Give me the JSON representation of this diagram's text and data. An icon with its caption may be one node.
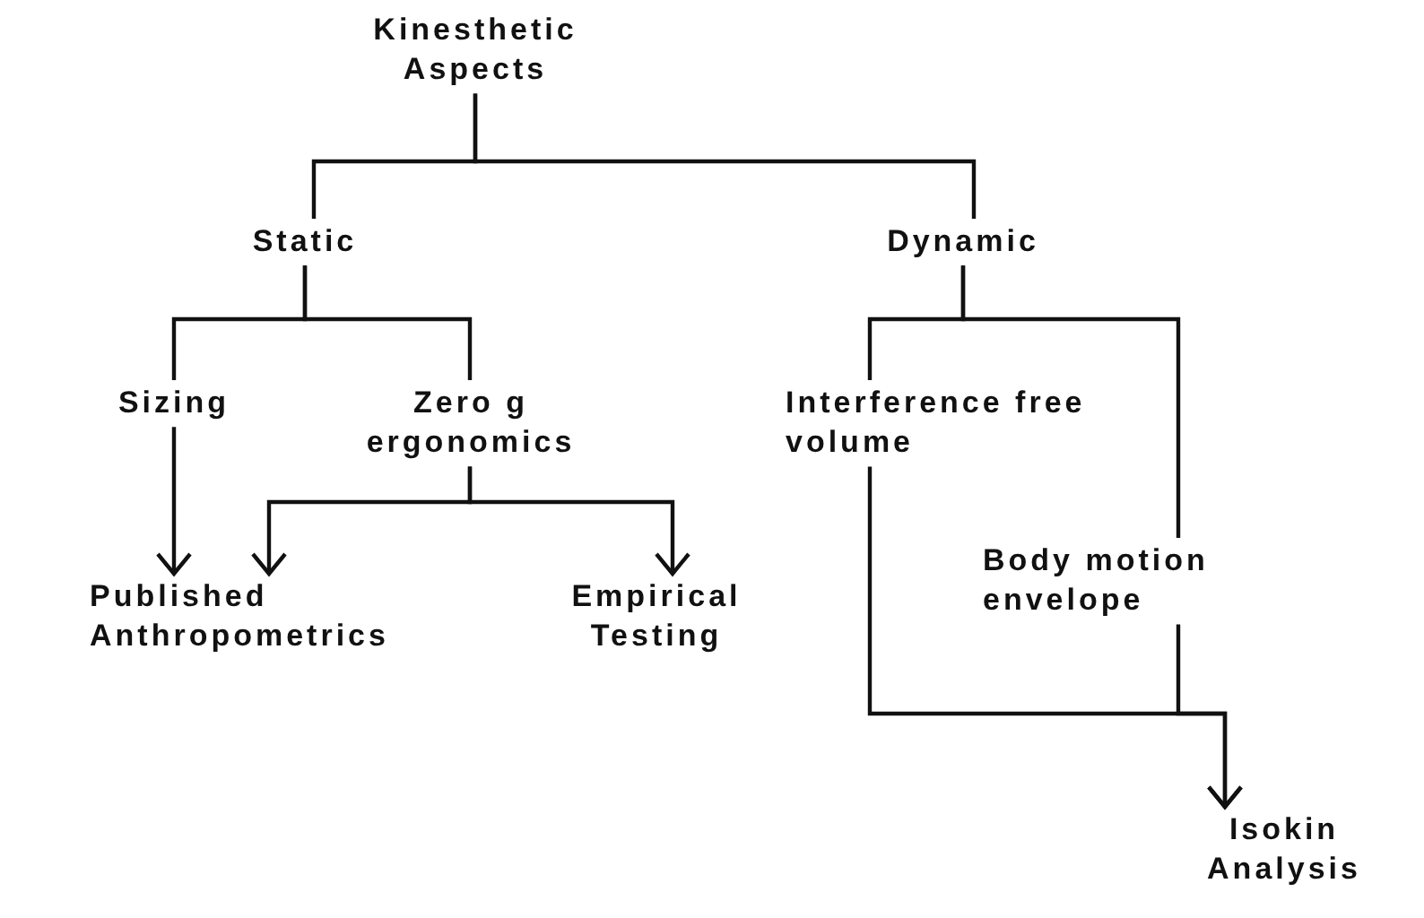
{
  "diagram": {
    "nodes": [
      {
        "text": [
          "Kinesthetic Aspects"
        ]
      },
      {
        "text": [
          "Static"
        ]
      },
      {
        "text": [
          "Dynamic"
        ]
      },
      {
        "text": [
          "Sizing"
        ]
      },
      {
        "text": [
          "Zero g ergonomics"
        ]
      },
      {
        "text": [
          "Interference free volume"
        ]
      },
      {
        "text": [
          "Published Anthropometrics"
        ]
      },
      {
        "text": [
          "Empirical Testing"
        ]
      },
      {
        "text": [
          "Body motion envelope"
        ]
      },
      {
        "text": [
          "Isokin Analysis"
        ]
      }
    ],
    "edges": [
      {
        "from": 0,
        "to": 1,
        "arrow": "none"
      },
      {
        "from": 0,
        "to": 2,
        "arrow": "none"
      },
      {
        "from": 1,
        "to": 3,
        "arrow": "none"
      },
      {
        "from": 1,
        "to": 4,
        "arrow": "none"
      },
      {
        "from": 2,
        "to": 5,
        "arrow": "none"
      },
      {
        "from": 2,
        "to": 8,
        "arrow": "none"
      },
      {
        "from": 3,
        "to": 6,
        "arrow": "to"
      },
      {
        "from": 4,
        "to": 6,
        "arrow": "to"
      },
      {
        "from": 4,
        "to": 7,
        "arrow": "to"
      },
      {
        "from": 5,
        "to": 9,
        "arrow": "to"
      },
      {
        "from": 8,
        "to": 9,
        "arrow": "to"
      }
    ]
  }
}
